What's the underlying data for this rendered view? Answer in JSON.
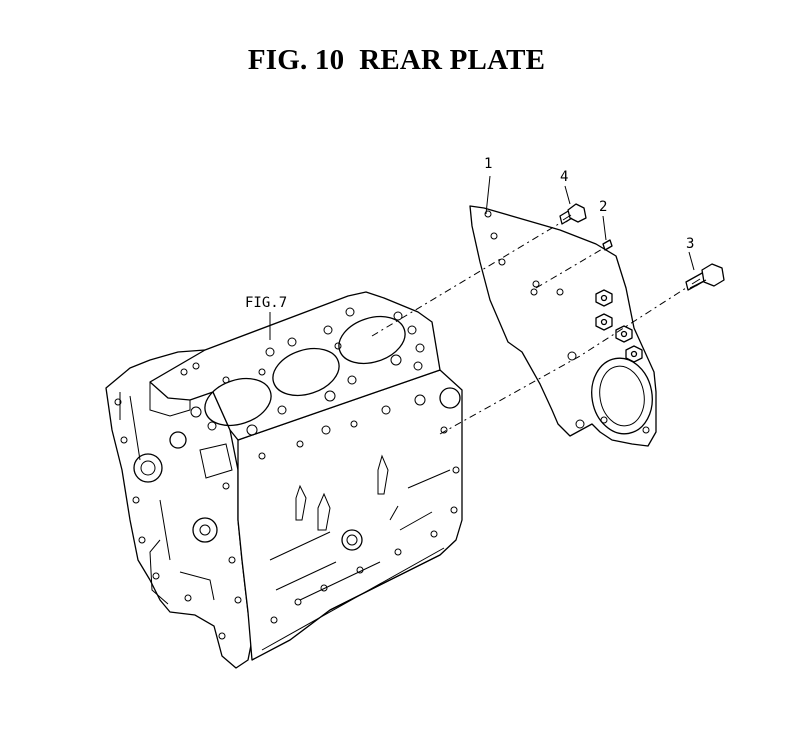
{
  "figure": {
    "title": "FIG. 10  REAR PLATE",
    "reference_label": "FIG.7",
    "callouts": [
      {
        "id": "callout-1",
        "number": "1"
      },
      {
        "id": "callout-2",
        "number": "2"
      },
      {
        "id": "callout-3",
        "number": "3"
      },
      {
        "id": "callout-4",
        "number": "4"
      }
    ]
  },
  "colors": {
    "ink": "#000000",
    "paper": "#ffffff"
  }
}
